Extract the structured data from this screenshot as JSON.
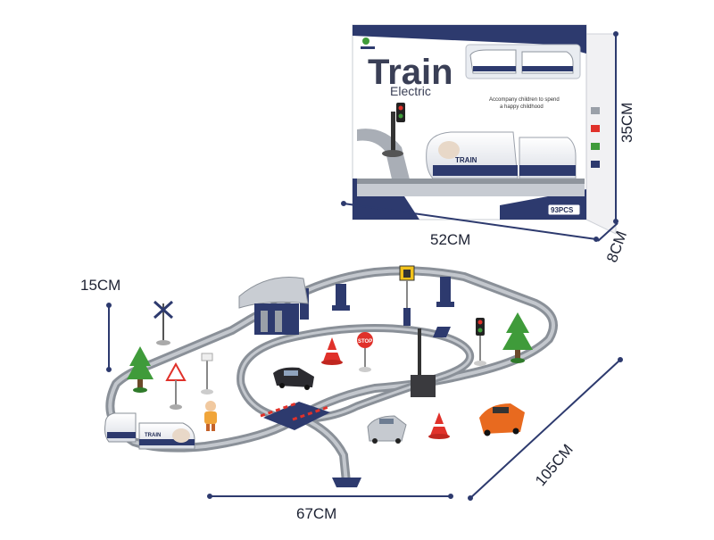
{
  "box": {
    "title": "Train",
    "subtitle": "Electric",
    "tagline_line1": "Accompany children to spend",
    "tagline_line2": "a happy childhood",
    "pieces_badge": "93PCS",
    "train_label": "TRAIN"
  },
  "dimensions": {
    "box_width": "52CM",
    "box_height": "35CM",
    "box_depth": "8CM",
    "track_height": "15CM",
    "track_length": "105CM",
    "track_width": "67CM"
  },
  "signs": {
    "stop": "STOP"
  },
  "colors": {
    "navy": "#2d3a6e",
    "track_gray": "#9aa0a8",
    "track_dark": "#6e747c",
    "cone_red": "#e0312a",
    "tree_green": "#3f9b3a",
    "car_orange": "#e86a1f"
  }
}
